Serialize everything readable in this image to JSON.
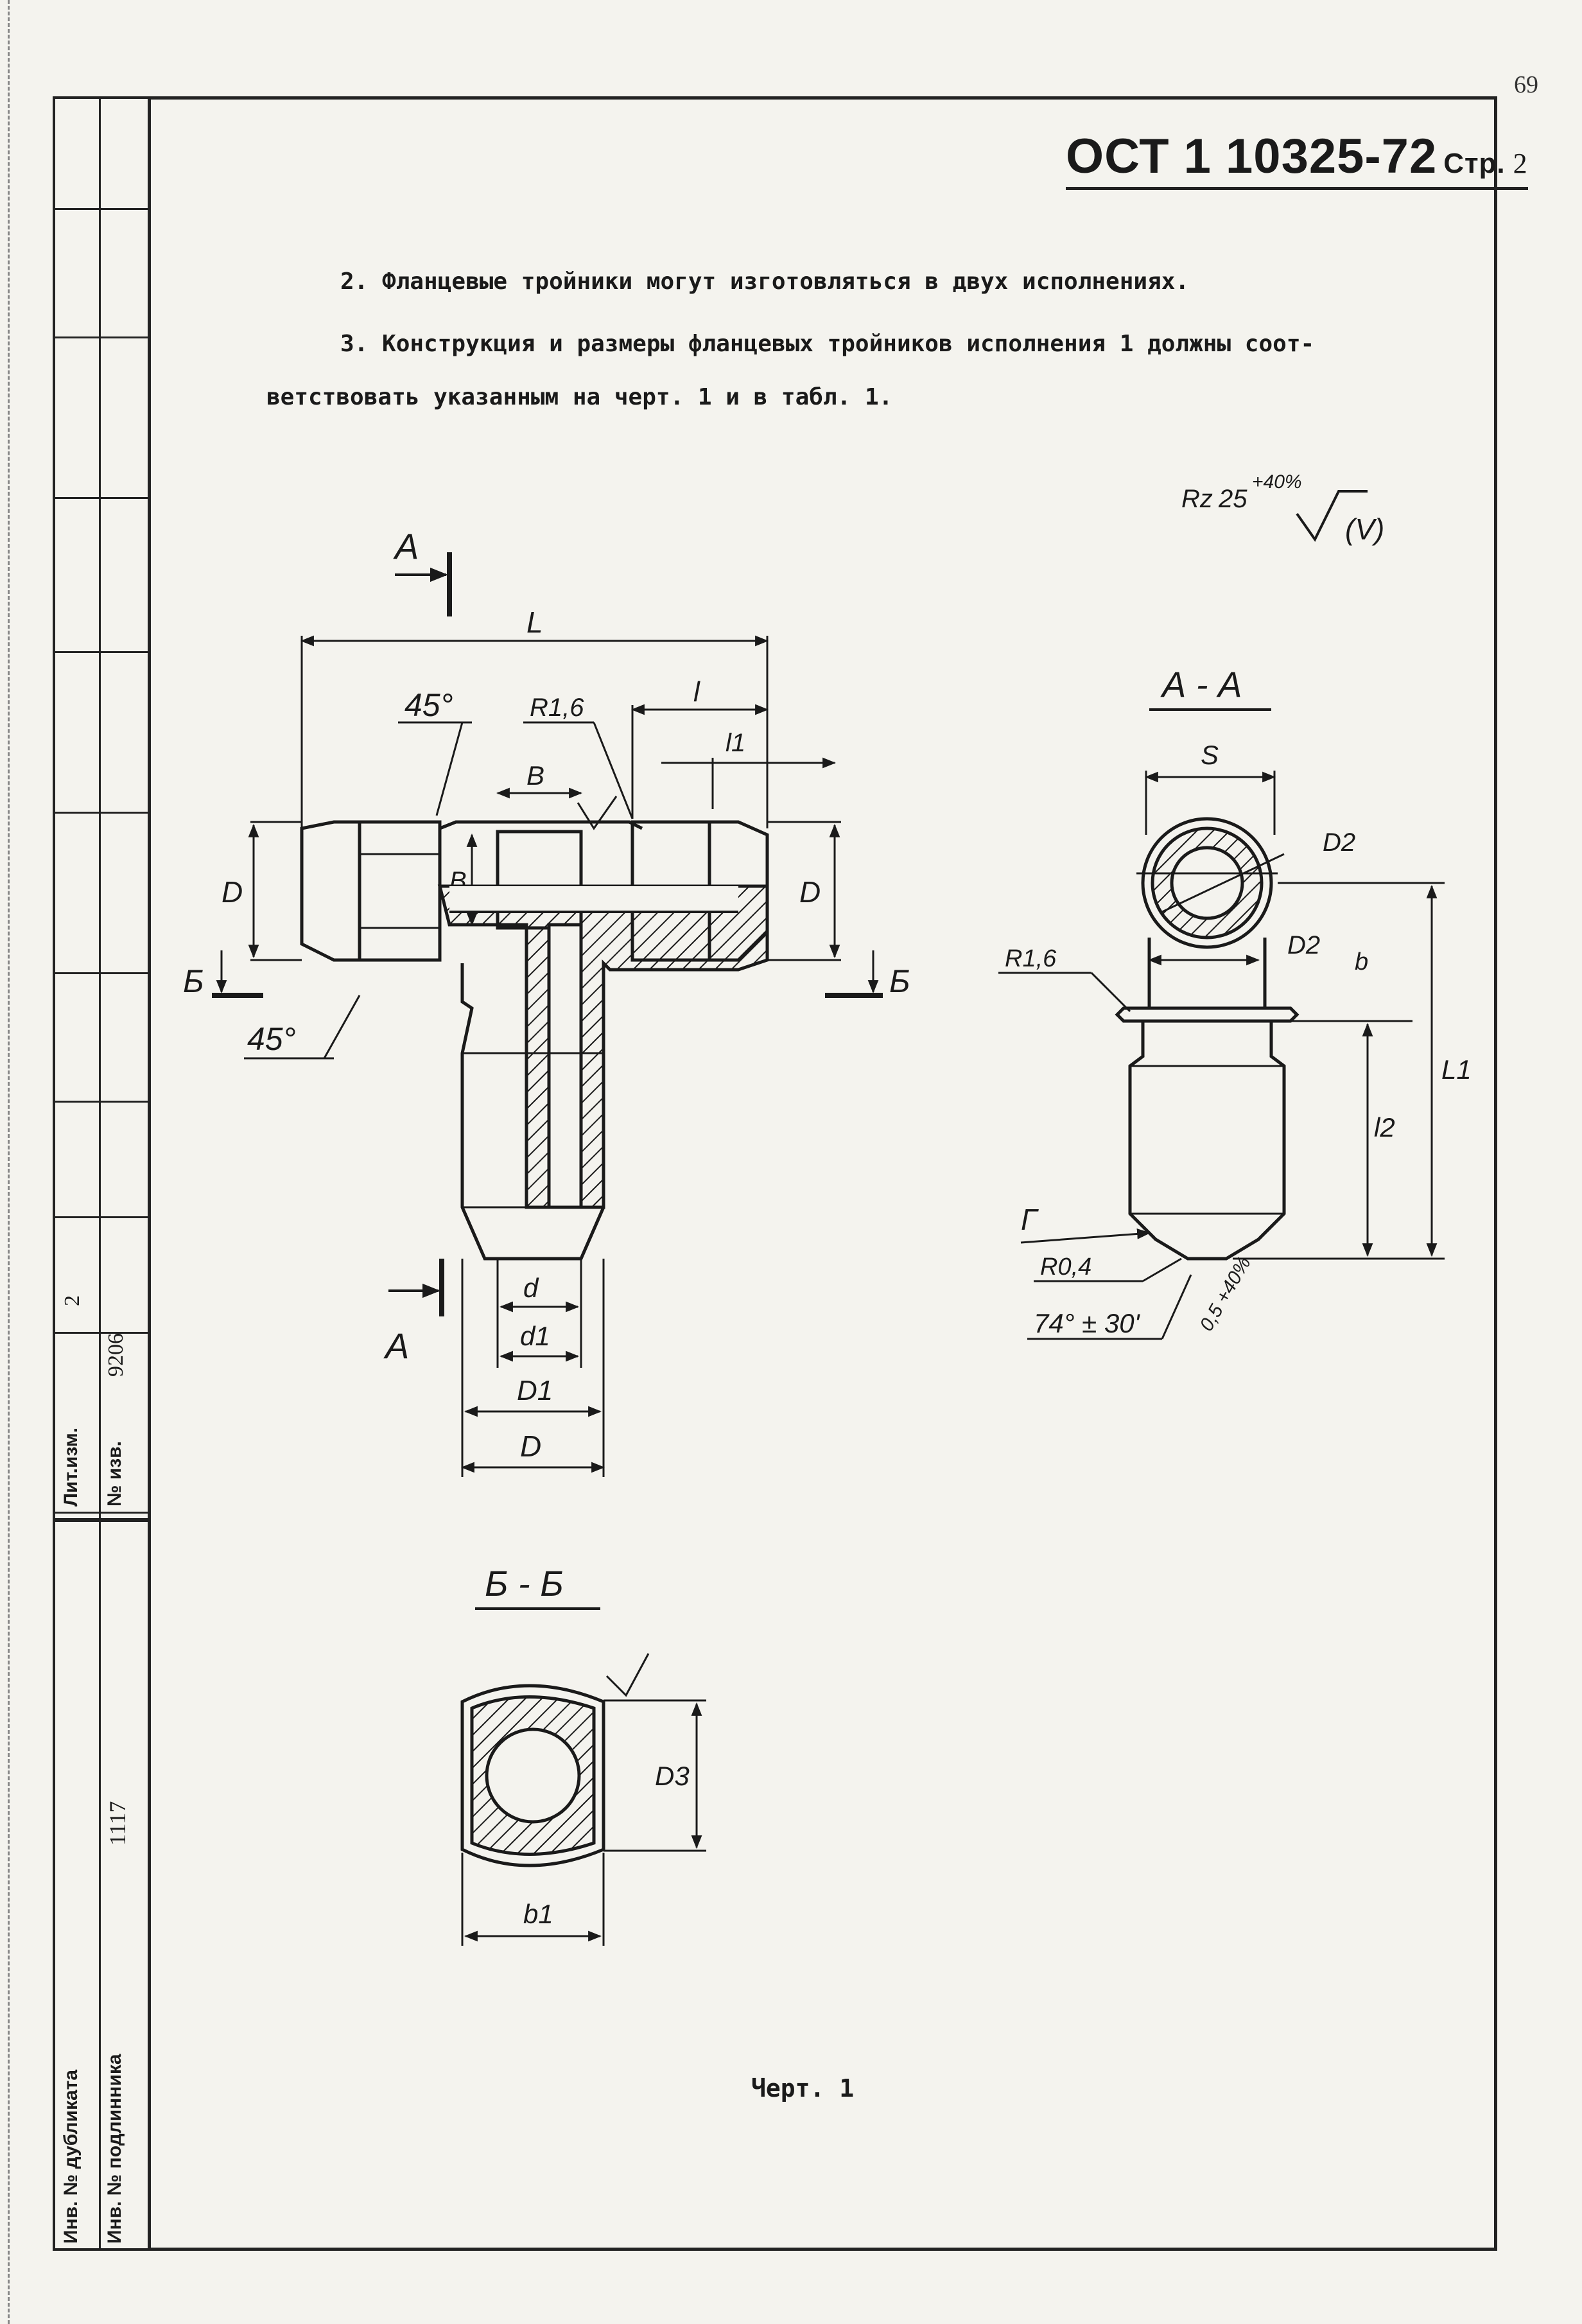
{
  "page_number": "69",
  "header": {
    "doc_code": "ОСТ 1 10325-72",
    "page_label": "Стр.",
    "page_value": "2"
  },
  "paragraphs": {
    "p2": "2. Фланцевые тройники могут изготовляться в двух исполнениях.",
    "p3_line1": "3. Конструкция и размеры фланцевых тройников исполнения 1 должны соот-",
    "p3_line2": "ветствовать указанным на черт. 1 и в табл. 1."
  },
  "roughness": {
    "prefix": "Rz",
    "value": "25",
    "tolerance": "+40%",
    "suffix": "(V)"
  },
  "drawing": {
    "main_view": {
      "section_top": "А",
      "section_bottom": "А",
      "dim_L": "L",
      "dim_l": "l",
      "dim_l1": "l1",
      "angle_top": "45°",
      "angle_bottom": "45°",
      "radius": "R1,6",
      "dim_B_top": "B",
      "dim_B_side": "B",
      "dim_D_left": "D",
      "dim_D_right": "D",
      "cut_left": "Б",
      "cut_right": "Б",
      "dim_d": "d",
      "dim_d1": "d1",
      "dim_D1": "D1",
      "dim_D_bottom": "D"
    },
    "section_aa": {
      "title": "А - А",
      "dim_S": "S",
      "dim_D2_top": "D2",
      "dim_D2_mid": "D2",
      "radius": "R1,6",
      "dim_b": "b",
      "dim_L1": "L1",
      "dim_l2": "l2",
      "label_G": "Г",
      "radius_tip": "R0,4",
      "angle_tip": "74° ± 30'",
      "roughness_tip": "0,5 +40%"
    },
    "section_bb": {
      "title": "Б - Б",
      "dim_D3": "D3",
      "dim_b1": "b1"
    }
  },
  "caption": "Черт. 1",
  "stamp": {
    "lit_izm_label": "Лит.изм.",
    "lit_izm_value": "2",
    "no_izv_label": "№ изв.",
    "no_izv_value": "9206",
    "inv_original_label": "Инв. № подлинника",
    "inv_original_value": "1117",
    "inv_duplicate_label": "Инв. № дубликата"
  }
}
